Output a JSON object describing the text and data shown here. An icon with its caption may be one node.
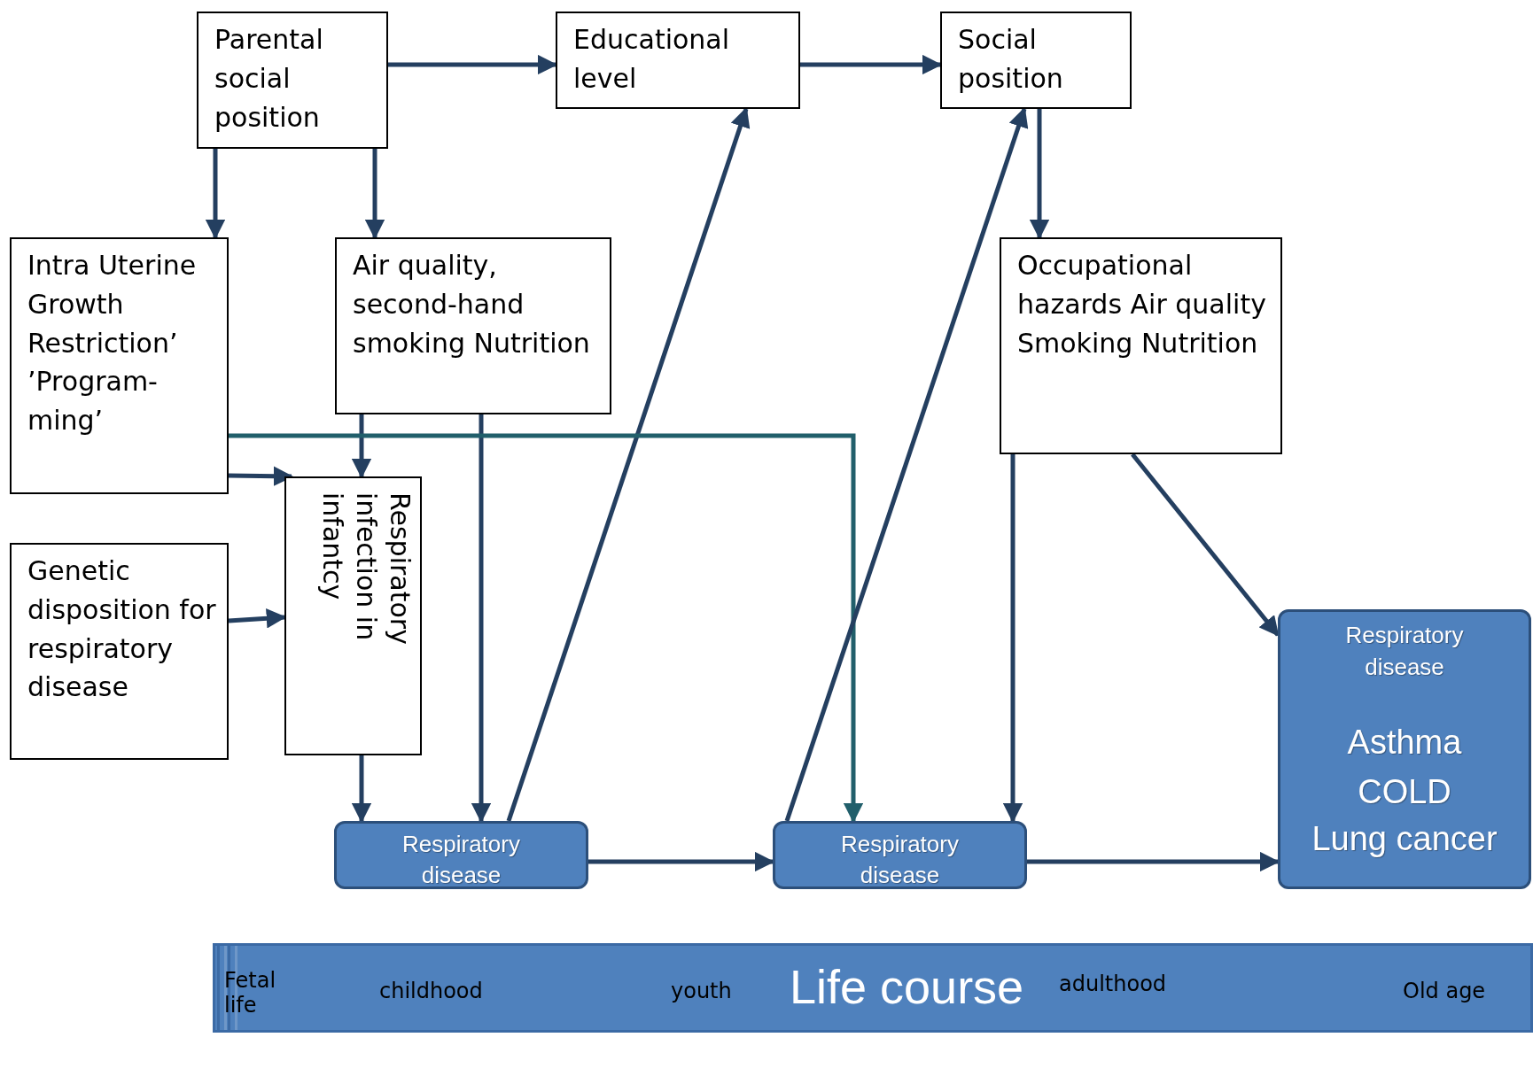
{
  "diagram": {
    "nodes": [
      {
        "text": [
          "Parental social position"
        ]
      },
      {
        "text": [
          "Educational level"
        ]
      },
      {
        "text": [
          "Social position"
        ]
      },
      {
        "text": [
          "Intra Uterine Growth Restriction’ ’Program-ming’"
        ]
      },
      {
        "text": [
          "Air quality, second-hand smoking Nutrition"
        ]
      },
      {
        "text": [
          "Occupational hazards Air quality Smoking Nutrition"
        ]
      },
      {
        "text": [
          "Genetic disposition for respiratory disease"
        ]
      },
      {
        "text": [
          "Respiratory infection in infantcy"
        ]
      },
      {
        "text": [
          "Respiratory disease"
        ]
      },
      {
        "text": [
          "Respiratory disease"
        ]
      },
      {
        "text": [
          "Respiratory disease",
          "Asthma",
          "COLD",
          "Lung cancer"
        ]
      },
      {
        "text": [
          "Fetal life",
          "childhood",
          "youth",
          "Life course",
          "adulthood",
          "Old age"
        ]
      }
    ],
    "edges": [
      {
        "from": 0,
        "to": 1,
        "arrow": "to"
      },
      {
        "from": 1,
        "to": 2,
        "arrow": "to"
      },
      {
        "from": 0,
        "to": 3,
        "arrow": "to"
      },
      {
        "from": 0,
        "to": 4,
        "arrow": "to"
      },
      {
        "from": 2,
        "to": 5,
        "arrow": "to"
      },
      {
        "from": 3,
        "to": 7,
        "arrow": "to"
      },
      {
        "from": 6,
        "to": 7,
        "arrow": "to"
      },
      {
        "from": 4,
        "to": 7,
        "arrow": "to"
      },
      {
        "from": 7,
        "to": 8,
        "arrow": "to"
      },
      {
        "from": 4,
        "to": 8,
        "arrow": "to"
      },
      {
        "from": 8,
        "to": 1,
        "arrow": "to"
      },
      {
        "from": 3,
        "to": 9,
        "arrow": "to",
        "color": "#215f6b"
      },
      {
        "from": 9,
        "to": 2,
        "arrow": "to"
      },
      {
        "from": 5,
        "to": 9,
        "arrow": "to"
      },
      {
        "from": 5,
        "to": 10,
        "arrow": "to"
      },
      {
        "from": 8,
        "to": 9,
        "arrow": "to"
      },
      {
        "from": 9,
        "to": 10,
        "arrow": "to"
      }
    ]
  }
}
